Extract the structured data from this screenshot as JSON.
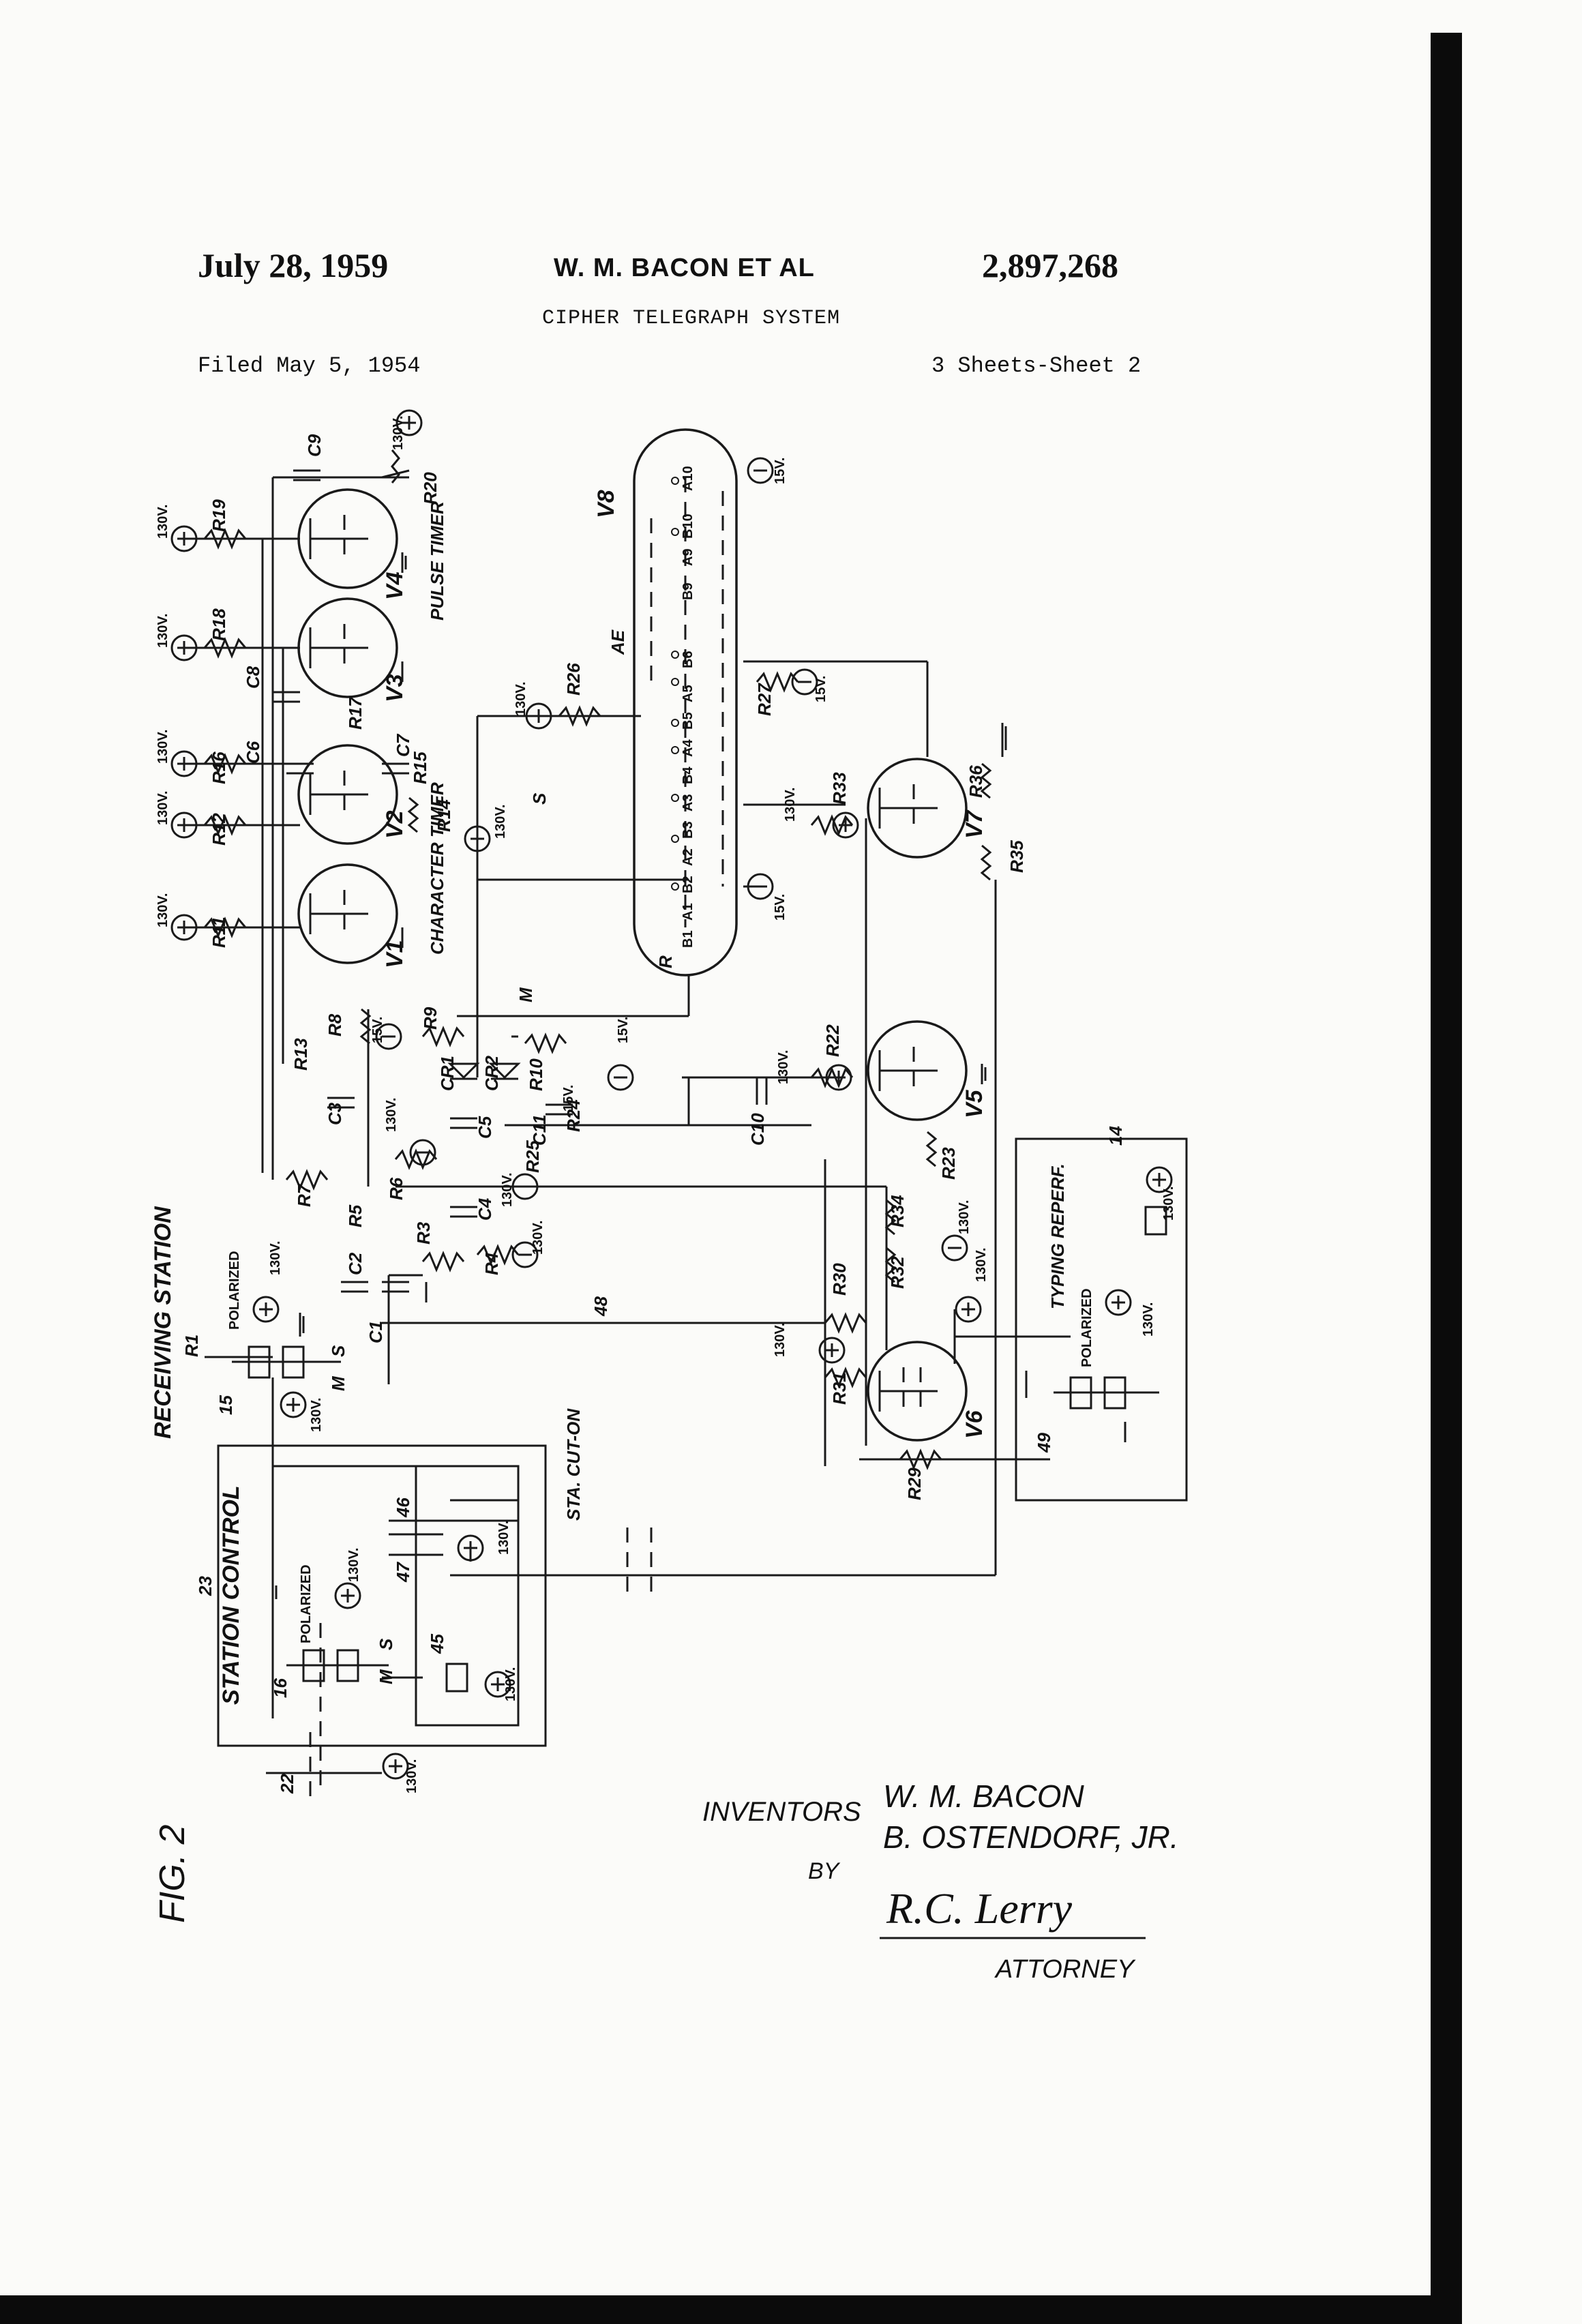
{
  "header": {
    "date": "July 28, 1959",
    "inventors_line": "W. M. BACON ET AL",
    "patent_number": "2,897,268",
    "title": "CIPHER TELEGRAPH SYSTEM",
    "filed": "Filed May 5, 1954",
    "sheets": "3 Sheets-Sheet 2"
  },
  "figure": {
    "label": "FIG. 2",
    "section_label": "RECEIVING STATION"
  },
  "blocks": {
    "pulse_timer": "PULSE TIMER",
    "character_timer": "CHARACTER TIMER",
    "station_control": "STATION CONTROL",
    "station_control_ref": "23",
    "typing_reperf": "TYPING REPERF.",
    "typing_reperf_ref": "14",
    "sta_cut_on": "STA. CUT-ON",
    "polarized": "POLARIZED"
  },
  "tubes": [
    "V1",
    "V2",
    "V3",
    "V4",
    "V5",
    "V6",
    "V7",
    "V8"
  ],
  "resistors": [
    "R1",
    "R3",
    "R4",
    "R5",
    "R6",
    "R7",
    "R8",
    "R9",
    "R10",
    "R11",
    "R12",
    "R13",
    "R14",
    "R15",
    "R16",
    "R17",
    "R18",
    "R19",
    "R20",
    "R22",
    "R23",
    "R24",
    "R25",
    "R26",
    "R27",
    "R29",
    "R30",
    "R31",
    "R32",
    "R33",
    "R34",
    "R35",
    "R36"
  ],
  "capacitors": [
    "C1",
    "C2",
    "C3",
    "C4",
    "C5",
    "C6",
    "C7",
    "C8",
    "C9",
    "C10",
    "C11"
  ],
  "rectifiers": [
    "CR1",
    "CR2"
  ],
  "voltages": {
    "v130": "130V.",
    "v15": "15V."
  },
  "contacts": {
    "m": "M",
    "s": "S",
    "r": "R",
    "ae": "AE",
    "a": [
      "A1",
      "A2",
      "A3",
      "A4",
      "A5",
      "A9",
      "A10"
    ],
    "b": [
      "B1",
      "B2",
      "B3",
      "B4",
      "B5",
      "B6",
      "B9",
      "B10"
    ]
  },
  "refs": [
    "15",
    "16",
    "22",
    "45",
    "46",
    "47",
    "48",
    "49"
  ],
  "signature": {
    "inventors_label": "INVENTORS",
    "inventor1": "W. M. BACON",
    "inventor2": "B. OSTENDORF, JR.",
    "by": "BY",
    "attorney_signature": "R.C. Lerry",
    "attorney_label": "ATTORNEY"
  }
}
